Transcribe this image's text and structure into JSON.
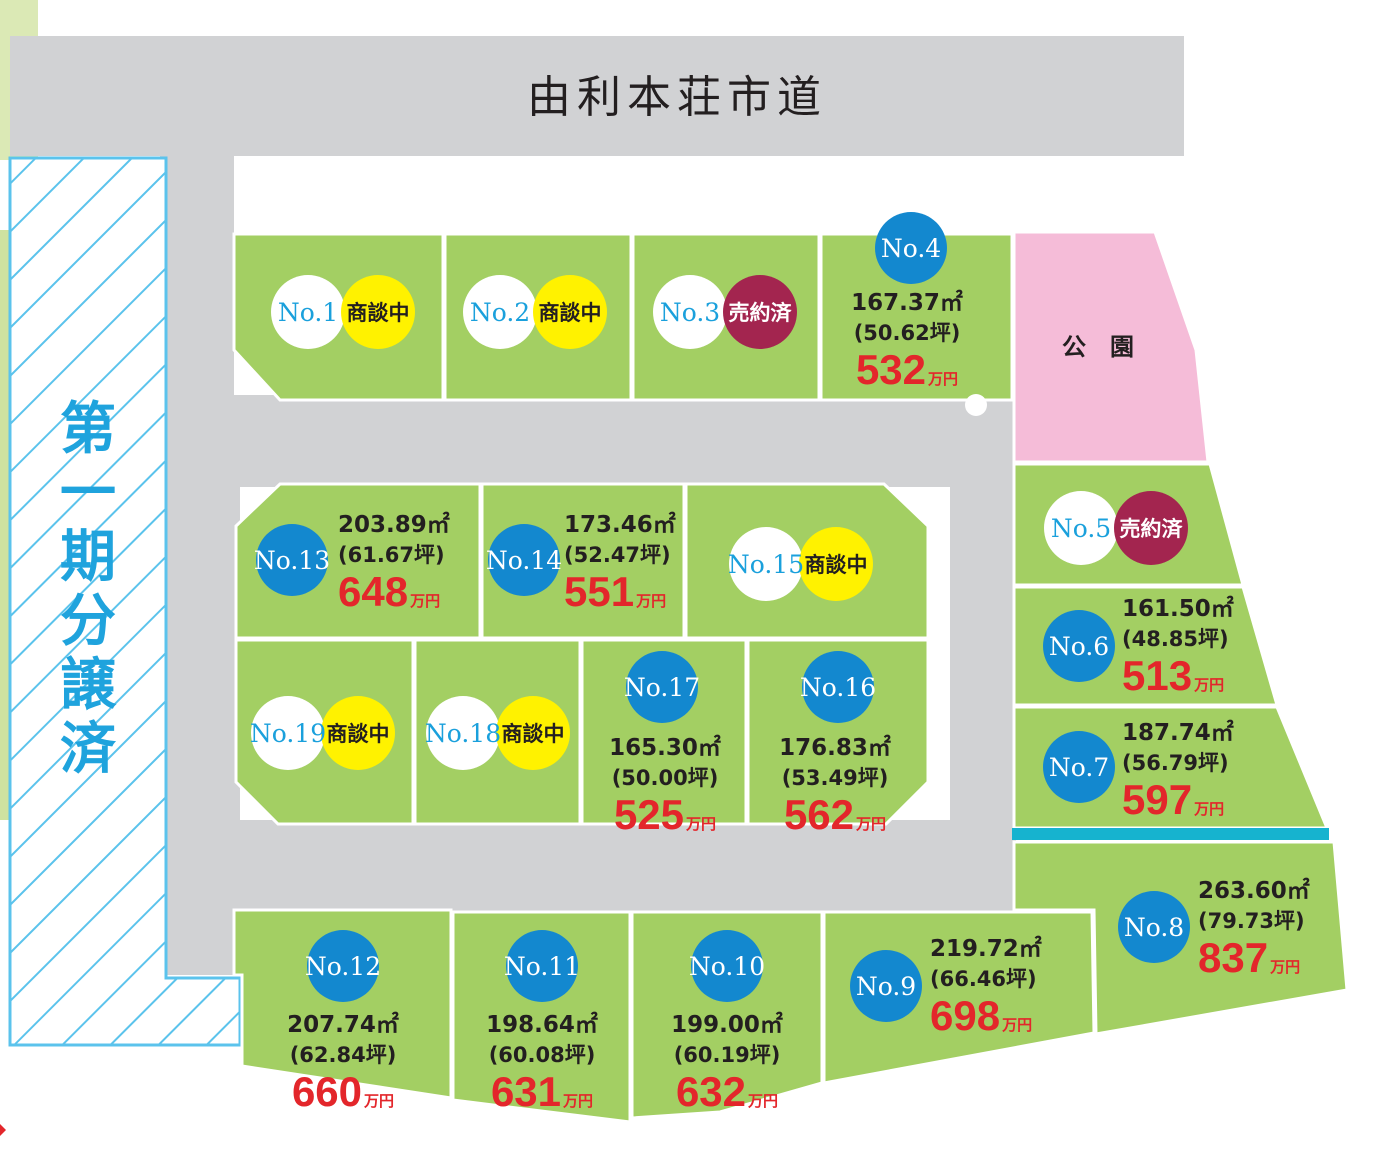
{
  "road": {
    "label": "由利本荘市道"
  },
  "phase": {
    "label": "第一期分譲済"
  },
  "park": {
    "label": "公　園"
  },
  "colors": {
    "lot": "#a3cf63",
    "road": "#d1d2d4",
    "park": "#f5bcd8",
    "blue": "#1388cf",
    "yellow": "#fff200",
    "sold": "#a3254f",
    "price": "#e3262b",
    "hatch": "#5bc3ec"
  },
  "status_labels": {
    "negotiating": "商談中",
    "sold": "売約済"
  },
  "lots": [
    {
      "no": "No.1",
      "status": "商談中"
    },
    {
      "no": "No.2",
      "status": "商談中"
    },
    {
      "no": "No.3",
      "status": "売約済"
    },
    {
      "no": "No.4",
      "area": "167.37㎡",
      "tsubo": "(50.62坪)",
      "price": "532",
      "unit": "万円"
    },
    {
      "no": "No.5",
      "status": "売約済"
    },
    {
      "no": "No.6",
      "area": "161.50㎡",
      "tsubo": "(48.85坪)",
      "price": "513",
      "unit": "万円"
    },
    {
      "no": "No.7",
      "area": "187.74㎡",
      "tsubo": "(56.79坪)",
      "price": "597",
      "unit": "万円"
    },
    {
      "no": "No.8",
      "area": "263.60㎡",
      "tsubo": "(79.73坪)",
      "price": "837",
      "unit": "万円"
    },
    {
      "no": "No.9",
      "area": "219.72㎡",
      "tsubo": "(66.46坪)",
      "price": "698",
      "unit": "万円"
    },
    {
      "no": "No.10",
      "area": "199.00㎡",
      "tsubo": "(60.19坪)",
      "price": "632",
      "unit": "万円"
    },
    {
      "no": "No.11",
      "area": "198.64㎡",
      "tsubo": "(60.08坪)",
      "price": "631",
      "unit": "万円"
    },
    {
      "no": "No.12",
      "area": "207.74㎡",
      "tsubo": "(62.84坪)",
      "price": "660",
      "unit": "万円"
    },
    {
      "no": "No.13",
      "area": "203.89㎡",
      "tsubo": "(61.67坪)",
      "price": "648",
      "unit": "万円"
    },
    {
      "no": "No.14",
      "area": "173.46㎡",
      "tsubo": "(52.47坪)",
      "price": "551",
      "unit": "万円"
    },
    {
      "no": "No.15",
      "status": "商談中"
    },
    {
      "no": "No.16",
      "area": "176.83㎡",
      "tsubo": "(53.49坪)",
      "price": "562",
      "unit": "万円"
    },
    {
      "no": "No.17",
      "area": "165.30㎡",
      "tsubo": "(50.00坪)",
      "price": "525",
      "unit": "万円"
    },
    {
      "no": "No.18",
      "status": "商談中"
    },
    {
      "no": "No.19",
      "status": "商談中"
    }
  ]
}
